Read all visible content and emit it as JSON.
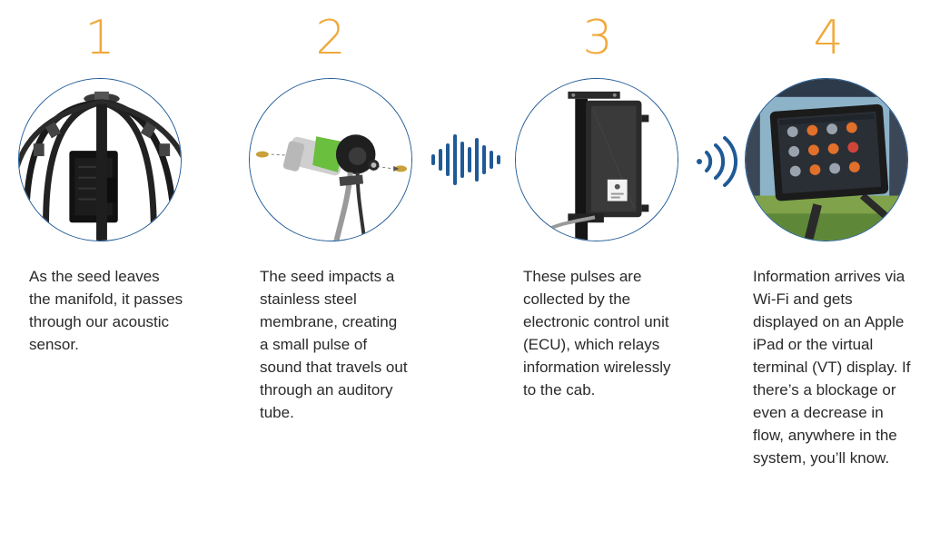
{
  "steps": [
    {
      "number": "1",
      "text": "As the seed leaves the manifold, it passes through our acoustic sensor."
    },
    {
      "number": "2",
      "text": "The seed impacts a stainless steel membrane, creating a small pulse of sound that travels out through an auditory tube."
    },
    {
      "number": "3",
      "text": "These pulses are collected by the electronic control unit (ECU), which relays information wirelessly to the cab."
    },
    {
      "number": "4",
      "text": "Information arrives via Wi-Fi and gets displayed on an Apple iPad or the virtual terminal (VT) display. If there’s a blockage or even a decrease in flow, anywhere in the system, you’ll know."
    }
  ],
  "colors": {
    "number": "#f0a93b",
    "accent_blue": "#1f5a96",
    "text": "#2a2a2a"
  },
  "icons": {
    "connector_1": "sound-wave-icon",
    "connector_2": "wireless-signal-icon"
  }
}
